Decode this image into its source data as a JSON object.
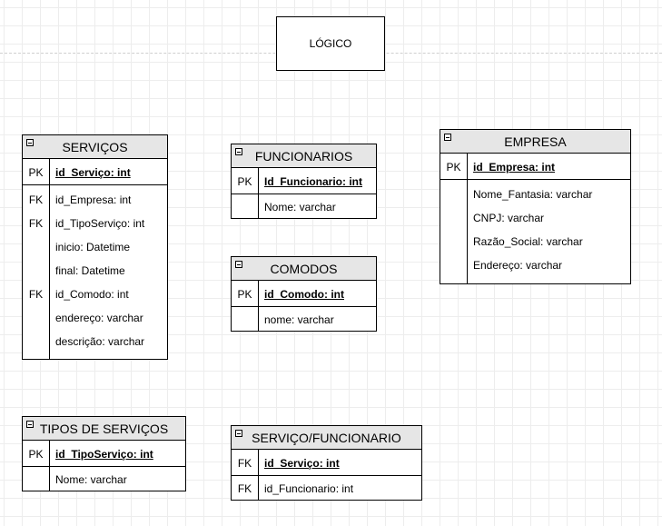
{
  "diagram_title": "LÓGICO",
  "entities": {
    "servicos": {
      "name": "SERVIÇOS",
      "pk": {
        "key": "PK",
        "field": "id_Serviço: int"
      },
      "rows": [
        {
          "key": "FK",
          "field": "id_Empresa: int"
        },
        {
          "key": "FK",
          "field": "id_TipoServiço: int"
        },
        {
          "key": "",
          "field": "inicio: Datetime"
        },
        {
          "key": "",
          "field": "final: Datetime"
        },
        {
          "key": "FK",
          "field": "id_Comodo: int"
        },
        {
          "key": "",
          "field": "endereço: varchar"
        },
        {
          "key": "",
          "field": "descrição: varchar"
        }
      ]
    },
    "funcionarios": {
      "name": "FUNCIONARIOS",
      "pk": {
        "key": "PK",
        "field": "Id_Funcionario: int"
      },
      "rows": [
        {
          "key": "",
          "field": "Nome: varchar"
        }
      ]
    },
    "comodos": {
      "name": "COMODOS",
      "pk": {
        "key": "PK",
        "field": "id_Comodo: int"
      },
      "rows": [
        {
          "key": "",
          "field": "nome: varchar"
        }
      ]
    },
    "empresa": {
      "name": "EMPRESA",
      "pk": {
        "key": "PK",
        "field": "id_Empresa: int"
      },
      "rows": [
        {
          "key": "",
          "field": "Nome_Fantasia: varchar"
        },
        {
          "key": "",
          "field": "CNPJ: varchar"
        },
        {
          "key": "",
          "field": "Razão_Social: varchar"
        },
        {
          "key": "",
          "field": "Endereço: varchar"
        }
      ]
    },
    "tipos_servicos": {
      "name": "TIPOS DE SERVIÇOS",
      "pk": {
        "key": "PK",
        "field": "id_TipoServiço: int"
      },
      "rows": [
        {
          "key": "",
          "field": "Nome: varchar"
        }
      ]
    },
    "servico_funcionario": {
      "name": "SERVIÇO/FUNCIONARIO",
      "pk": {
        "key": "FK",
        "field": "id_Serviço: int"
      },
      "rows": [
        {
          "key": "FK",
          "field": "id_Funcionario: int"
        }
      ]
    }
  }
}
